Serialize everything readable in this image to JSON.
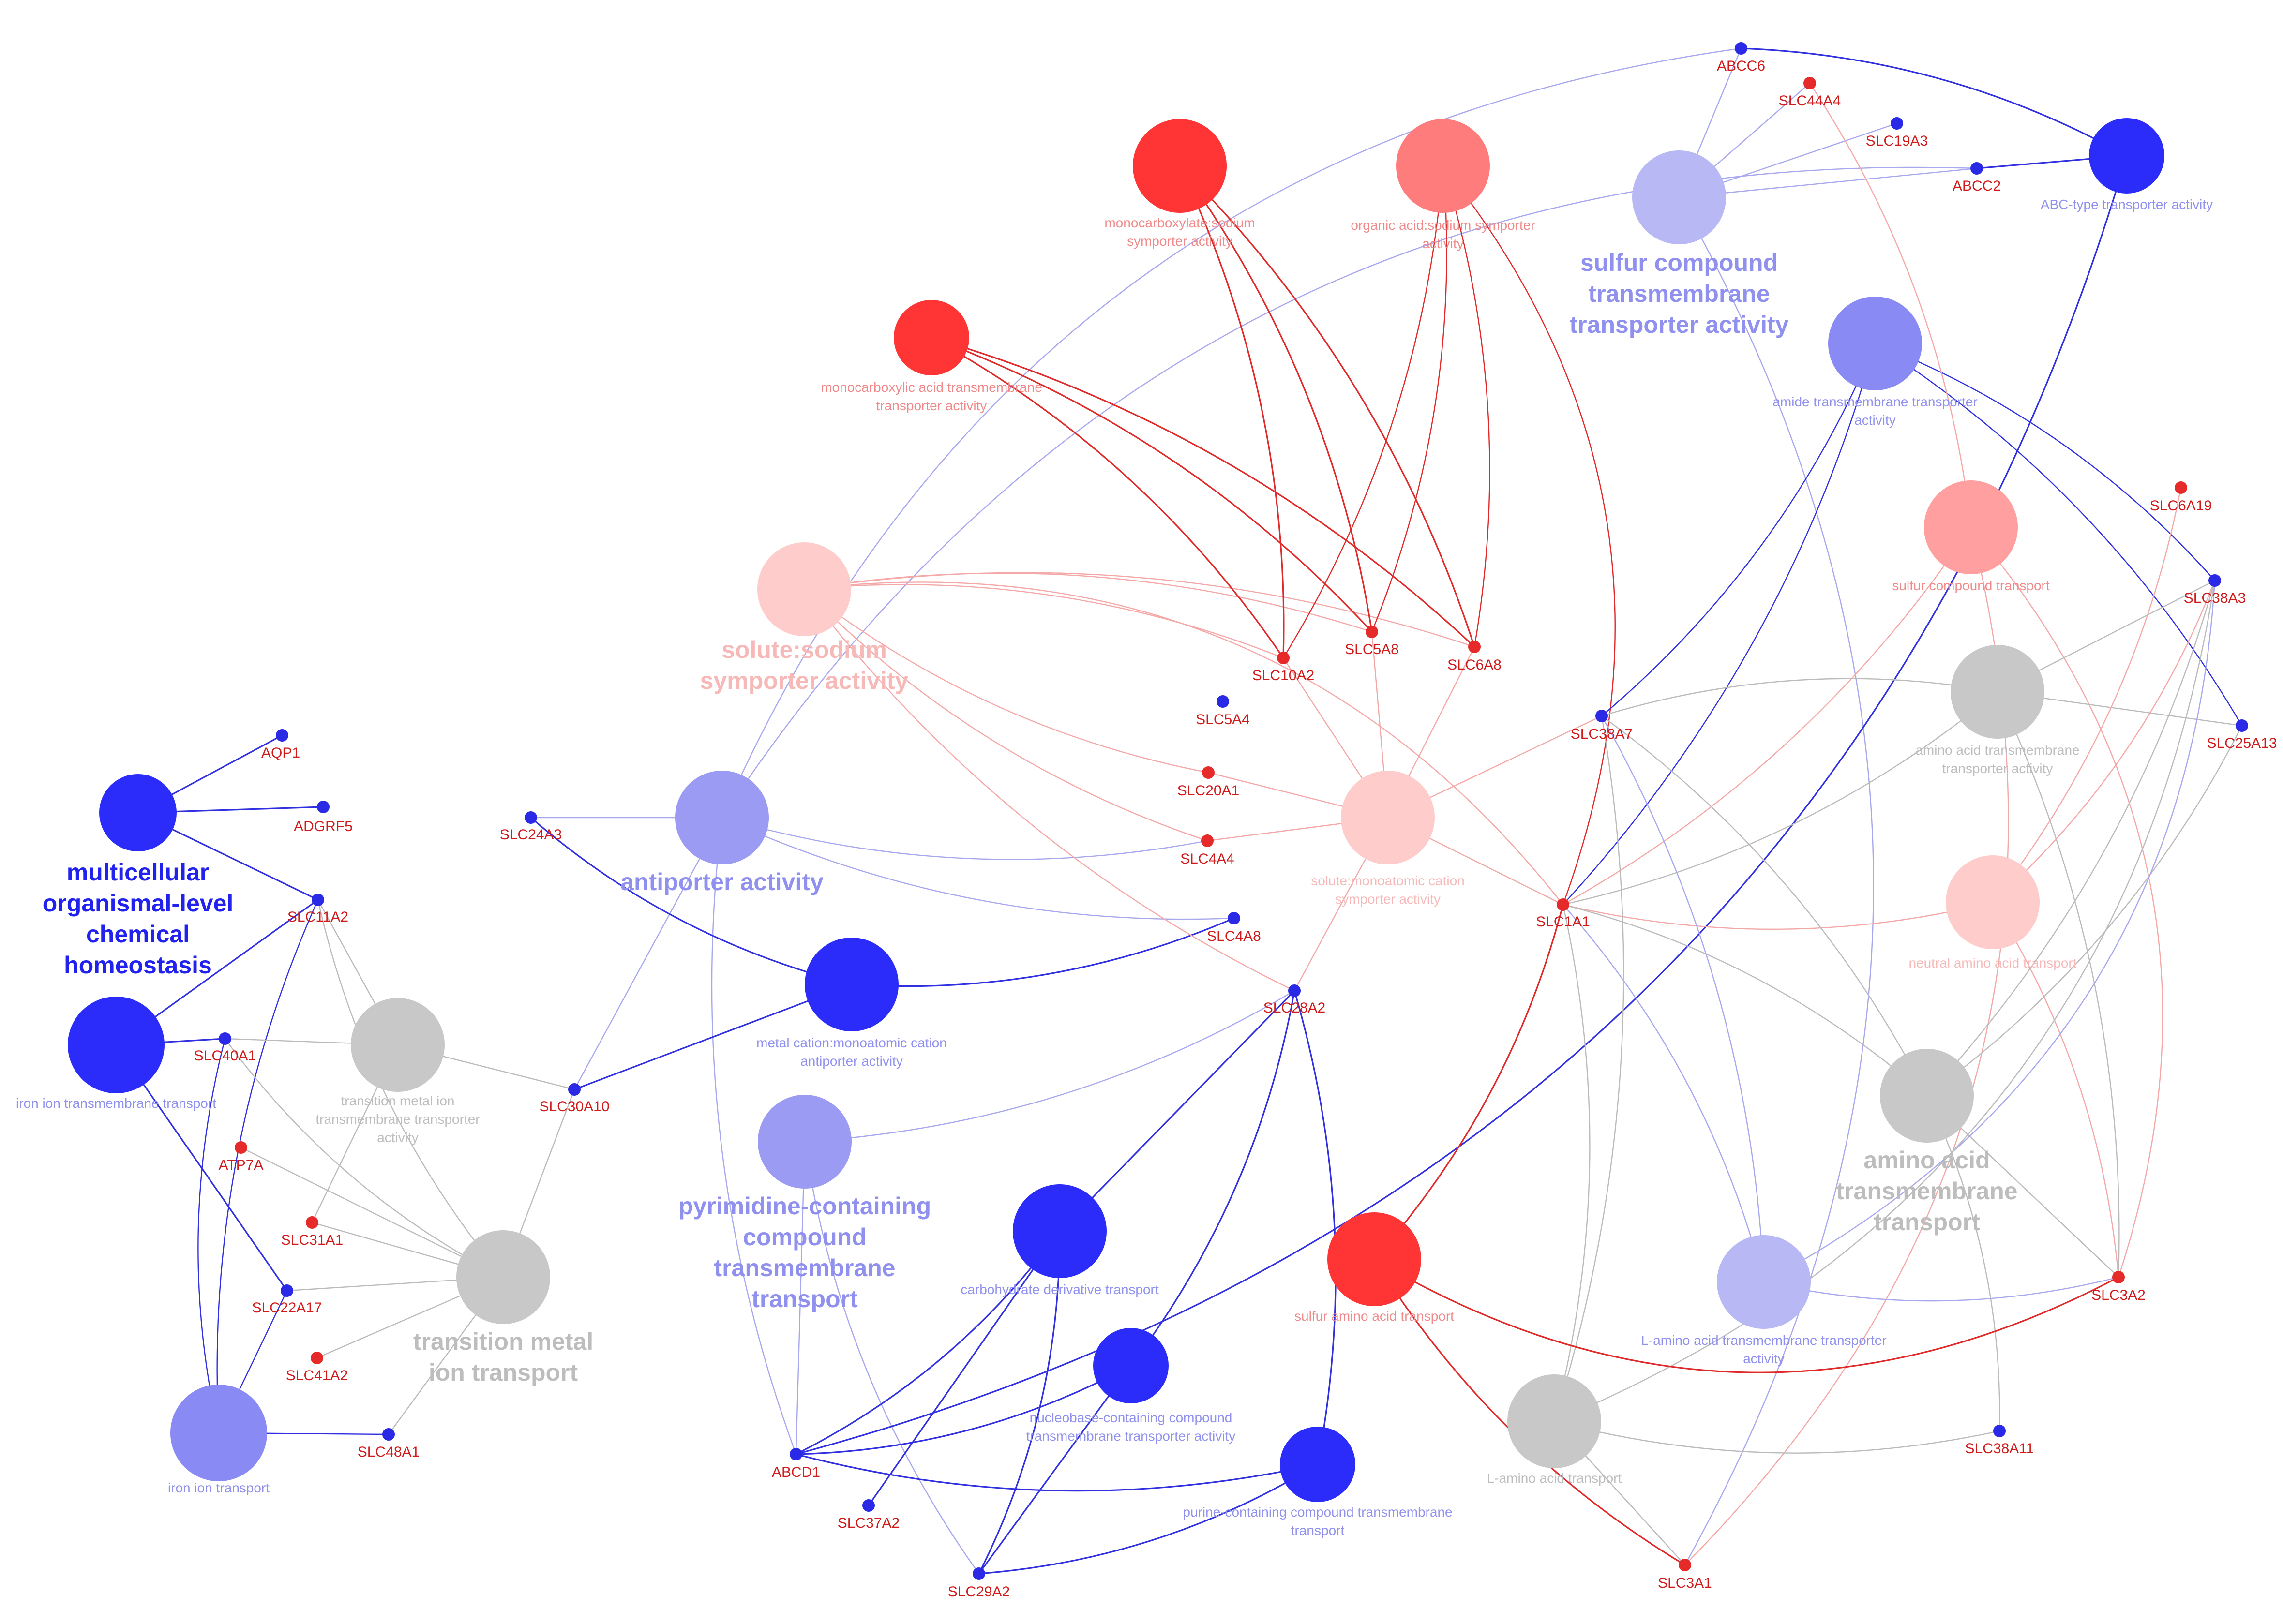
{
  "network": {
    "term_nodes": [
      {
        "id": "t1",
        "label": "multicellular organismal-level chemical homeostasis",
        "group": "blue",
        "shade": "dark",
        "emphasis": true
      },
      {
        "id": "t2",
        "label": "iron ion transmembrane transport",
        "group": "blue",
        "shade": "dark",
        "emphasis": false
      },
      {
        "id": "t3",
        "label": "iron ion transport",
        "group": "blue",
        "shade": "mid",
        "emphasis": false
      },
      {
        "id": "t4",
        "label": "transition metal ion transmembrane transporter activity",
        "group": "gray",
        "shade": "gray",
        "emphasis": false
      },
      {
        "id": "t5",
        "label": "transition metal ion transport",
        "group": "gray",
        "shade": "gray",
        "emphasis": true
      },
      {
        "id": "t6",
        "label": "antiporter activity",
        "group": "blue",
        "shade": "light",
        "emphasis": true
      },
      {
        "id": "t7",
        "label": "metal cation:monoatomic cation antiporter activity",
        "group": "blue",
        "shade": "dark",
        "emphasis": false
      },
      {
        "id": "t8",
        "label": "pyrimidine-containing compound transmembrane transport",
        "group": "blue",
        "shade": "light",
        "emphasis": true
      },
      {
        "id": "t9",
        "label": "carbohydrate derivative transport",
        "group": "blue",
        "shade": "dark",
        "emphasis": false
      },
      {
        "id": "t10",
        "label": "nucleobase-containing compound transmembrane transporter activity",
        "group": "blue",
        "shade": "dark",
        "emphasis": false
      },
      {
        "id": "t11",
        "label": "purine-containing compound transmembrane transport",
        "group": "blue",
        "shade": "dark",
        "emphasis": false
      },
      {
        "id": "t12",
        "label": "solute:sodium symporter activity",
        "group": "red",
        "shade": "pale",
        "emphasis": true
      },
      {
        "id": "t13",
        "label": "monocarboxylic acid transmembrane transporter activity",
        "group": "red",
        "shade": "dark",
        "emphasis": false
      },
      {
        "id": "t14",
        "label": "monocarboxylate:sodium symporter activity",
        "group": "red",
        "shade": "dark",
        "emphasis": false
      },
      {
        "id": "t15",
        "label": "organic acid:sodium symporter activity",
        "group": "red",
        "shade": "mid",
        "emphasis": false
      },
      {
        "id": "t16",
        "label": "solute:monoatomic cation symporter activity",
        "group": "red",
        "shade": "pale",
        "emphasis": false
      },
      {
        "id": "t17",
        "label": "sulfur compound transmembrane transporter activity",
        "group": "blue",
        "shade": "pale",
        "emphasis": true
      },
      {
        "id": "t18",
        "label": "ABC-type transporter activity",
        "group": "blue",
        "shade": "dark",
        "emphasis": false
      },
      {
        "id": "t19",
        "label": "amide transmembrane transporter activity",
        "group": "blue",
        "shade": "mid",
        "emphasis": false
      },
      {
        "id": "t20",
        "label": "sulfur compound transport",
        "group": "red",
        "shade": "light",
        "emphasis": false
      },
      {
        "id": "t21",
        "label": "amino acid transmembrane transporter activity",
        "group": "gray",
        "shade": "gray",
        "emphasis": false
      },
      {
        "id": "t22",
        "label": "neutral amino acid transport",
        "group": "red",
        "shade": "pale",
        "emphasis": false
      },
      {
        "id": "t23",
        "label": "amino acid transmembrane transport",
        "group": "gray",
        "shade": "gray",
        "emphasis": true
      },
      {
        "id": "t24",
        "label": "L-amino acid transmembrane transporter activity",
        "group": "blue",
        "shade": "pale",
        "emphasis": false
      },
      {
        "id": "t25",
        "label": "L-amino acid transport",
        "group": "gray",
        "shade": "gray",
        "emphasis": false
      },
      {
        "id": "t26",
        "label": "sulfur amino acid transport",
        "group": "red",
        "shade": "dark",
        "emphasis": false
      }
    ],
    "gene_nodes": [
      {
        "id": "g1",
        "label": "AQP1",
        "color": "blue"
      },
      {
        "id": "g2",
        "label": "ADGRF5",
        "color": "blue"
      },
      {
        "id": "g3",
        "label": "SLC11A2",
        "color": "blue"
      },
      {
        "id": "g4",
        "label": "SLC40A1",
        "color": "blue"
      },
      {
        "id": "g5",
        "label": "ATP7A",
        "color": "red"
      },
      {
        "id": "g6",
        "label": "SLC31A1",
        "color": "red"
      },
      {
        "id": "g7",
        "label": "SLC22A17",
        "color": "blue"
      },
      {
        "id": "g8",
        "label": "SLC41A2",
        "color": "red"
      },
      {
        "id": "g9",
        "label": "SLC48A1",
        "color": "blue"
      },
      {
        "id": "g10",
        "label": "SLC24A3",
        "color": "blue"
      },
      {
        "id": "g11",
        "label": "SLC30A10",
        "color": "blue"
      },
      {
        "id": "g12",
        "label": "ABCD1",
        "color": "blue"
      },
      {
        "id": "g13",
        "label": "SLC37A2",
        "color": "blue"
      },
      {
        "id": "g14",
        "label": "SLC29A2",
        "color": "blue"
      },
      {
        "id": "g15",
        "label": "SLC28A2",
        "color": "blue"
      },
      {
        "id": "g16",
        "label": "SLC4A8",
        "color": "blue"
      },
      {
        "id": "g17",
        "label": "SLC4A4",
        "color": "red"
      },
      {
        "id": "g18",
        "label": "SLC20A1",
        "color": "red"
      },
      {
        "id": "g19",
        "label": "SLC5A4",
        "color": "blue"
      },
      {
        "id": "g20",
        "label": "SLC10A2",
        "color": "red"
      },
      {
        "id": "g21",
        "label": "SLC5A8",
        "color": "red"
      },
      {
        "id": "g22",
        "label": "SLC6A8",
        "color": "red"
      },
      {
        "id": "g23",
        "label": "SLC38A7",
        "color": "blue"
      },
      {
        "id": "g24",
        "label": "SLC1A1",
        "color": "red"
      },
      {
        "id": "g25",
        "label": "ABCC6",
        "color": "blue"
      },
      {
        "id": "g26",
        "label": "SLC44A4",
        "color": "red"
      },
      {
        "id": "g27",
        "label": "SLC19A3",
        "color": "blue"
      },
      {
        "id": "g28",
        "label": "ABCC2",
        "color": "blue"
      },
      {
        "id": "g29",
        "label": "SLC6A19",
        "color": "red"
      },
      {
        "id": "g30",
        "label": "SLC38A3",
        "color": "blue"
      },
      {
        "id": "g31",
        "label": "SLC25A13",
        "color": "blue"
      },
      {
        "id": "g32",
        "label": "SLC3A2",
        "color": "red"
      },
      {
        "id": "g33",
        "label": "SLC38A11",
        "color": "blue"
      },
      {
        "id": "g34",
        "label": "SLC3A1",
        "color": "red"
      }
    ],
    "edges": [
      [
        "t1",
        "g1"
      ],
      [
        "t1",
        "g2"
      ],
      [
        "t1",
        "g3"
      ],
      [
        "t2",
        "g3"
      ],
      [
        "t2",
        "g4"
      ],
      [
        "t2",
        "g7"
      ],
      [
        "t3",
        "g3"
      ],
      [
        "t3",
        "g4"
      ],
      [
        "t3",
        "g7"
      ],
      [
        "t3",
        "g9"
      ],
      [
        "t4",
        "g3"
      ],
      [
        "t4",
        "g4"
      ],
      [
        "t4",
        "g6"
      ],
      [
        "t4",
        "g11"
      ],
      [
        "t5",
        "g3"
      ],
      [
        "t5",
        "g4"
      ],
      [
        "t5",
        "g5"
      ],
      [
        "t5",
        "g6"
      ],
      [
        "t5",
        "g7"
      ],
      [
        "t5",
        "g8"
      ],
      [
        "t5",
        "g9"
      ],
      [
        "t5",
        "g11"
      ],
      [
        "t6",
        "g10"
      ],
      [
        "t6",
        "g11"
      ],
      [
        "t6",
        "g16"
      ],
      [
        "t6",
        "g17"
      ],
      [
        "t6",
        "g12"
      ],
      [
        "t6",
        "g25"
      ],
      [
        "t6",
        "g28"
      ],
      [
        "t7",
        "g10"
      ],
      [
        "t7",
        "g11"
      ],
      [
        "t7",
        "g16"
      ],
      [
        "t8",
        "g15"
      ],
      [
        "t8",
        "g14"
      ],
      [
        "t8",
        "g12"
      ],
      [
        "t9",
        "g15"
      ],
      [
        "t9",
        "g12"
      ],
      [
        "t9",
        "g13"
      ],
      [
        "t9",
        "g14"
      ],
      [
        "t10",
        "g15"
      ],
      [
        "t10",
        "g12"
      ],
      [
        "t10",
        "g14"
      ],
      [
        "t11",
        "g15"
      ],
      [
        "t11",
        "g12"
      ],
      [
        "t11",
        "g14"
      ],
      [
        "t12",
        "g20"
      ],
      [
        "t12",
        "g21"
      ],
      [
        "t12",
        "g22"
      ],
      [
        "t12",
        "g18"
      ],
      [
        "t12",
        "g17"
      ],
      [
        "t12",
        "g24"
      ],
      [
        "t12",
        "g15"
      ],
      [
        "t13",
        "g20"
      ],
      [
        "t13",
        "g21"
      ],
      [
        "t13",
        "g22"
      ],
      [
        "t14",
        "g20"
      ],
      [
        "t14",
        "g21"
      ],
      [
        "t14",
        "g22"
      ],
      [
        "t15",
        "g20"
      ],
      [
        "t15",
        "g21"
      ],
      [
        "t15",
        "g22"
      ],
      [
        "t15",
        "g24"
      ],
      [
        "t16",
        "g20"
      ],
      [
        "t16",
        "g21"
      ],
      [
        "t16",
        "g22"
      ],
      [
        "t16",
        "g18"
      ],
      [
        "t16",
        "g17"
      ],
      [
        "t16",
        "g24"
      ],
      [
        "t16",
        "g15"
      ],
      [
        "t16",
        "g23"
      ],
      [
        "t17",
        "g25"
      ],
      [
        "t17",
        "g26"
      ],
      [
        "t17",
        "g27"
      ],
      [
        "t17",
        "g28"
      ],
      [
        "t17",
        "g34"
      ],
      [
        "t18",
        "g25"
      ],
      [
        "t18",
        "g28"
      ],
      [
        "t18",
        "g12"
      ],
      [
        "t19",
        "g23"
      ],
      [
        "t19",
        "g24"
      ],
      [
        "t19",
        "g30"
      ],
      [
        "t19",
        "g31"
      ],
      [
        "t20",
        "g26"
      ],
      [
        "t20",
        "g32"
      ],
      [
        "t20",
        "g34"
      ],
      [
        "t20",
        "g24"
      ],
      [
        "t21",
        "g23"
      ],
      [
        "t21",
        "g24"
      ],
      [
        "t21",
        "g30"
      ],
      [
        "t21",
        "g31"
      ],
      [
        "t21",
        "g32"
      ],
      [
        "t22",
        "g29"
      ],
      [
        "t22",
        "g30"
      ],
      [
        "t22",
        "g24"
      ],
      [
        "t22",
        "g32"
      ],
      [
        "t23",
        "g23"
      ],
      [
        "t23",
        "g24"
      ],
      [
        "t23",
        "g30"
      ],
      [
        "t23",
        "g31"
      ],
      [
        "t23",
        "g32"
      ],
      [
        "t23",
        "g33"
      ],
      [
        "t24",
        "g23"
      ],
      [
        "t24",
        "g24"
      ],
      [
        "t24",
        "g30"
      ],
      [
        "t24",
        "g32"
      ],
      [
        "t25",
        "g23"
      ],
      [
        "t25",
        "g24"
      ],
      [
        "t25",
        "g30"
      ],
      [
        "t25",
        "g33"
      ],
      [
        "t25",
        "g34"
      ],
      [
        "t26",
        "g24"
      ],
      [
        "t26",
        "g32"
      ],
      [
        "t26",
        "g34"
      ]
    ]
  },
  "colors": {
    "blue": {
      "dark": "#2b2bfa",
      "mid": "#8a8af5",
      "light": "#9b9bf3",
      "pale": "#b8b8f5"
    },
    "red": {
      "dark": "#ff3535",
      "mid": "#ff7c7c",
      "light": "#ff9f9f",
      "pale": "#ffcccc"
    },
    "gray": {
      "gray": "#c8c8c8"
    },
    "gene_blue": "#2a2ae6",
    "gene_red": "#e62a2a",
    "gene_label": "#d11a1a",
    "edge_blue": "#3030e0",
    "edge_blue_light": "#a8a8ee",
    "edge_red": "#e02a2a",
    "edge_red_light": "#f4a8a8",
    "edge_gray": "#bbbbbb"
  }
}
